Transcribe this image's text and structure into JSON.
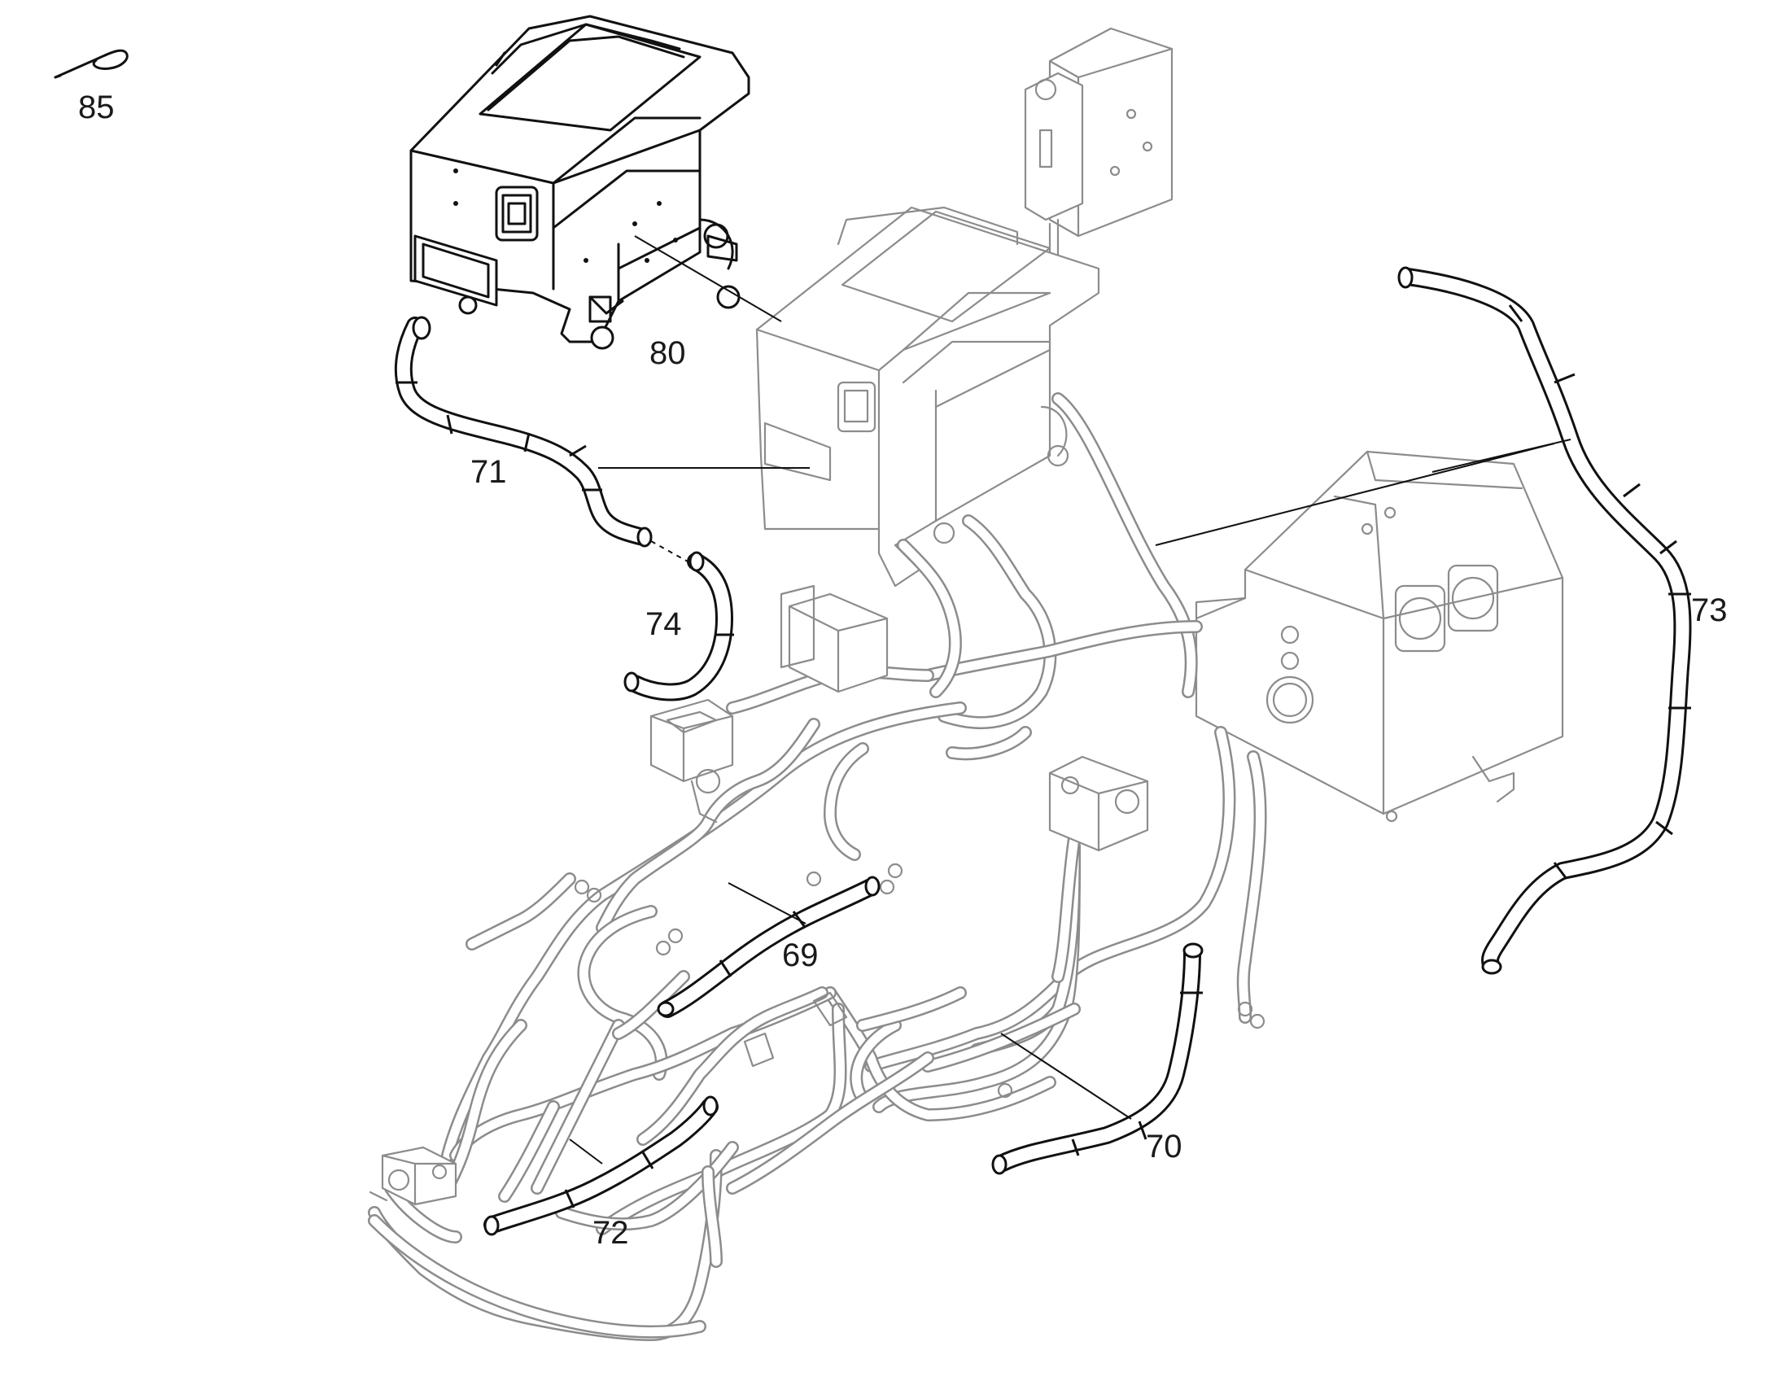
{
  "diagram": {
    "callouts": [
      {
        "id": "85",
        "label": "85"
      },
      {
        "id": "80",
        "label": "80"
      },
      {
        "id": "71",
        "label": "71"
      },
      {
        "id": "74",
        "label": "74"
      },
      {
        "id": "73",
        "label": "73"
      },
      {
        "id": "69",
        "label": "69"
      },
      {
        "id": "70",
        "label": "70"
      },
      {
        "id": "72",
        "label": "72"
      }
    ],
    "components": [
      {
        "name": "cable-tie",
        "callout": "85"
      },
      {
        "name": "heater-housing-assembly",
        "callout": "80"
      },
      {
        "name": "hose-71",
        "callout": "71"
      },
      {
        "name": "hose-74",
        "callout": "74"
      },
      {
        "name": "hose-73",
        "callout": "73"
      },
      {
        "name": "hose-69",
        "callout": "69"
      },
      {
        "name": "hose-70",
        "callout": "70"
      },
      {
        "name": "hose-72",
        "callout": "72"
      }
    ]
  }
}
